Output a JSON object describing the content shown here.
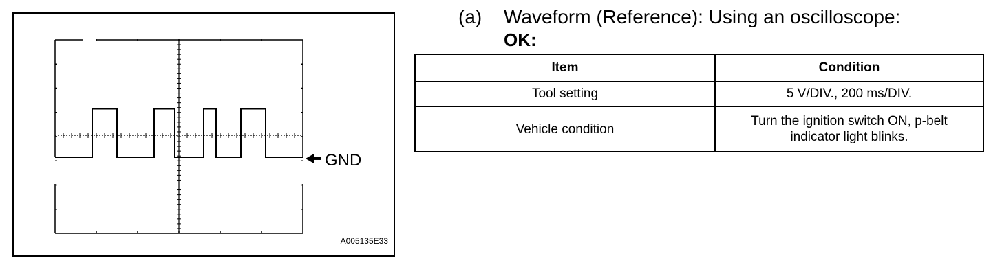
{
  "figure": {
    "id_label": "A005135E33",
    "gnd_label": "GND",
    "waveform": {
      "signal": "square",
      "low_level_div": 0,
      "high_level_div": 2,
      "transitions_div": [
        0.9,
        1.5,
        2.4,
        2.9,
        3.6,
        3.9,
        4.5,
        5.1
      ]
    },
    "colors": {
      "stroke": "#000000",
      "background": "#ffffff"
    }
  },
  "step": {
    "marker": "(a)",
    "title": "Waveform (Reference): Using an oscilloscope:",
    "ok_label": "OK:"
  },
  "table": {
    "headers": [
      "Item",
      "Condition"
    ],
    "rows": [
      {
        "item": "Tool setting",
        "condition": [
          "5 V/DIV., 200 ms/DIV."
        ]
      },
      {
        "item": "Vehicle condition",
        "condition": [
          "Turn the ignition switch ON, p-belt",
          "indicator light blinks."
        ]
      }
    ]
  }
}
